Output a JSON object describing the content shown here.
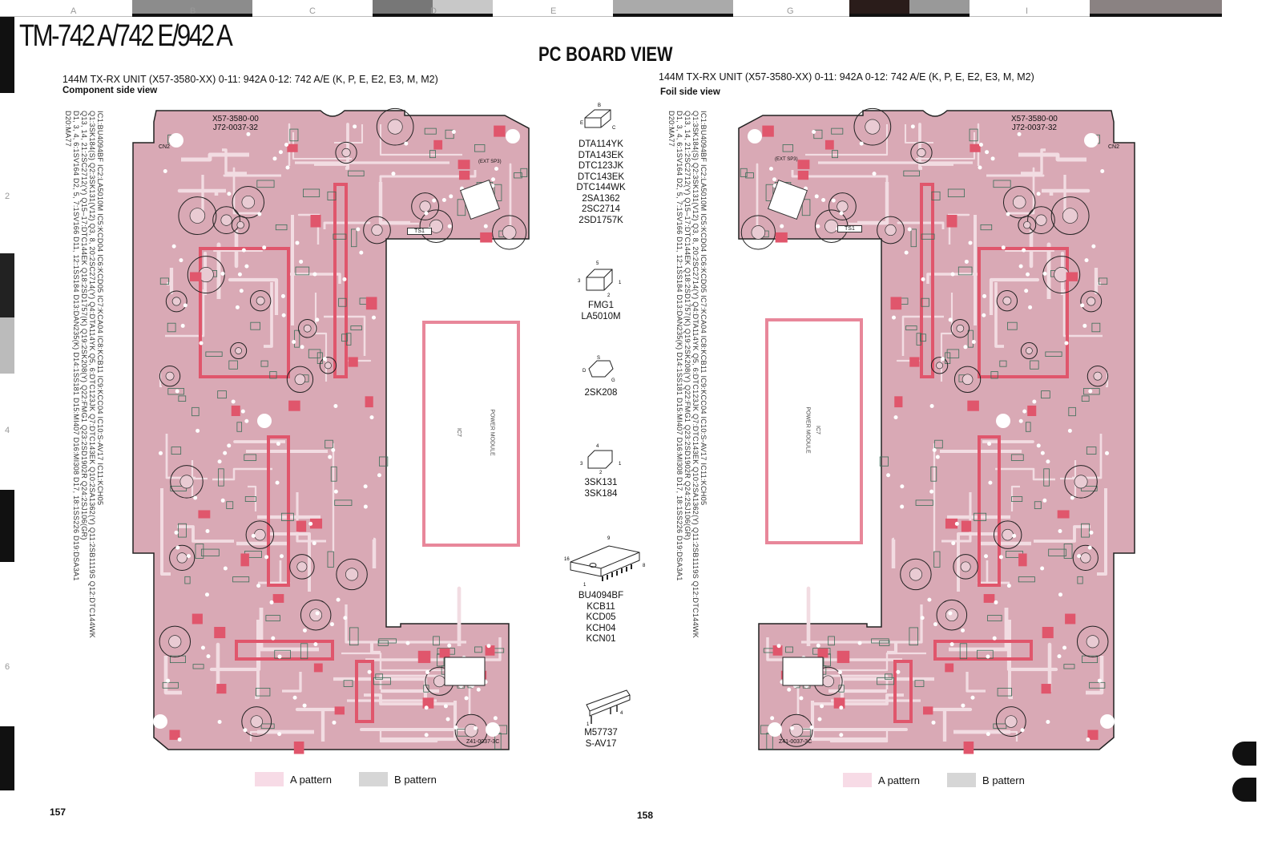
{
  "header": {
    "model": "TM-742 A/742 E/942 A",
    "title": "PC BOARD VIEW",
    "grid_columns": [
      "A",
      "B",
      "C",
      "D",
      "E",
      "G",
      "I"
    ],
    "grid_rows": [
      "2",
      "4",
      "6"
    ]
  },
  "left_page": {
    "unit": "144M TX-RX UNIT (X57-3580-XX)   0-11: 942A   0-12: 742 A/E (K, P, E, E2, E3, M, M2)",
    "view": "Component side view",
    "page_number": "157",
    "board_labels": {
      "pcb_no": "X57-3580-00",
      "pcb_no2": "J72-0037-32",
      "foil_no": "Z41-0037-3C",
      "ts": "TS1",
      "cn2": "CN2",
      "ic7": "IC7",
      "power_module": "POWER MODULE",
      "ext_sp": "(EXT SP3)"
    }
  },
  "right_page": {
    "unit": "144M TX-RX UNIT (X57-3580-XX)   0-11: 942A   0-12: 742 A/E (K, P, E, E2, E3, M, M2)",
    "view": "Foil side view",
    "page_number": "158",
    "board_labels": {
      "pcb_no": "X57-3580-00",
      "pcb_no2": "J72-0037-32",
      "foil_no": "Z41-0037-3C",
      "ts": "TS1",
      "cn2": "CN2",
      "ic7": "IC7",
      "power_module": "POWER MODULE",
      "ext_sp": "(EXT SP3)"
    }
  },
  "parts_list": [
    "IC1:BU4094BF  IC2:LA5010M  IC5:KCD04  IC6:KCD05  IC7:KCA04  IC8:KCB11  IC9:KCC04  IC10:S-AV17  IC11:KCH05",
    "Q1:3SK184(S)  Q2:3SK131(V12)  Q3, 8, 20:2SC2714(Y)  Q4:DTA114YK  Q5, 6:DTC123JK  Q7:DTC143EK  Q10:2SA1362(Y)  Q11:2SB1119S  Q12:DTC144WK",
    "Q13, 14, 21:2SC2712(Y)  Q15–17:DTC144EK  Q18:2SD1757(K)  Q19:2SK208(Y)  Q22:FMG1  Q23:2SD1902R  Q24:2SJ106(GR)",
    "D1, 3, 4, 6:1SV164  D2, 5, 7:1SV166  D11, 12:1SS184  D13:DAN235(K)  D14:1SS181  D15:MI407  D16:MI308  D17, 18:1SS226  D19:DSA3A1",
    "D20:MA77"
  ],
  "packages": [
    {
      "pins": [
        "B",
        "E",
        "C"
      ],
      "parts": [
        "DTA114YK",
        "DTA143EK",
        "DTC123JK",
        "DTC143EK",
        "DTC144WK",
        "2SA1362",
        "2SC2714",
        "2SD1757K"
      ]
    },
    {
      "pins": [
        "5",
        "3",
        "1",
        "2"
      ],
      "parts": [
        "FMG1",
        "LA5010M"
      ]
    },
    {
      "pins": [
        "S",
        "D",
        "G"
      ],
      "parts": [
        "2SK208"
      ]
    },
    {
      "pins": [
        "4",
        "3",
        "1",
        "2"
      ],
      "parts": [
        "3SK131",
        "3SK184"
      ]
    },
    {
      "pins": [
        "9",
        "16",
        "8",
        "1"
      ],
      "parts": [
        "BU4094BF",
        "KCB11",
        "KCD05",
        "KCH04",
        "KCN01"
      ]
    },
    {
      "pins": [
        "1",
        "4"
      ],
      "parts": [
        "M57737",
        "S-AV17"
      ]
    }
  ],
  "legend": {
    "a": "A pattern",
    "b": "B pattern",
    "a_color": "#f7dbe6",
    "b_color": "#d6d6d6"
  },
  "colors": {
    "board": "#d9a9b5",
    "trace": "#f2dce2",
    "pad_red": "#e0566c",
    "outline": "#222222"
  }
}
